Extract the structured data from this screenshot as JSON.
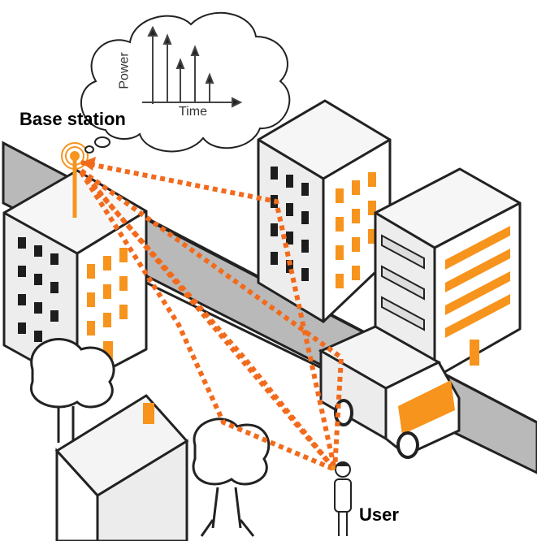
{
  "labels": {
    "base_station": "Base station",
    "user": "User",
    "time_axis": "Time",
    "power_axis": "Power"
  },
  "colors": {
    "accent_orange": "#f7941d",
    "ray_orange": "#f26b1d",
    "road_gray": "#b9b9b9",
    "outline": "#222222"
  },
  "icons": {
    "antenna": "base-station-antenna-icon",
    "person": "user-person-icon",
    "cloud": "thought-cloud-icon"
  }
}
